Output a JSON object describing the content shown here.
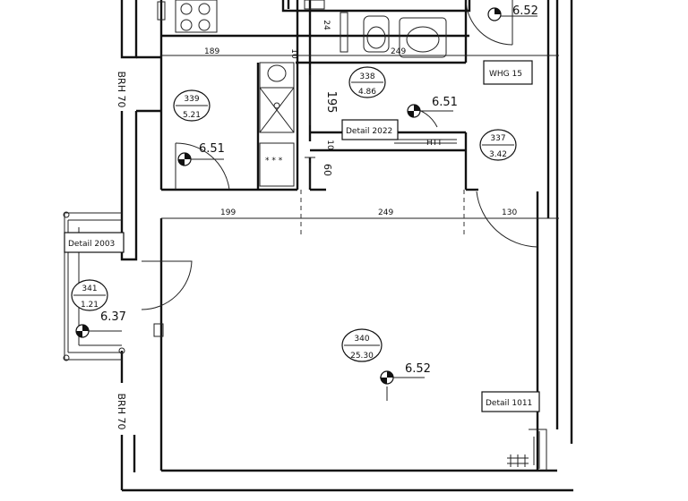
{
  "rooms": {
    "r339": {
      "num": "339",
      "area": "5.21"
    },
    "r338": {
      "num": "338",
      "area": "4.86"
    },
    "r337": {
      "num": "337",
      "area": "3.42"
    },
    "r341": {
      "num": "341",
      "area": "1.21"
    },
    "r340": {
      "num": "340",
      "area": "25.30"
    }
  },
  "levels": {
    "top": "6.52",
    "kitchen": "6.51",
    "bath": "6.51",
    "balcony": "6.37",
    "living": "6.52"
  },
  "details": {
    "d2022": "Detail 2022",
    "d2003": "Detail 2003",
    "d1011": "Detail 1011"
  },
  "unit_label": "WHG 15",
  "htt_label": "HTT",
  "brh_labels": [
    "BRH 70",
    "BRH 70"
  ],
  "dimensions": {
    "top_left": "189",
    "top_mid": "249",
    "mid_left": "199",
    "mid_mid": "249",
    "mid_right": "130",
    "v195": "195",
    "v60": "60",
    "v24": "24",
    "v10a": "10",
    "v10b": "10"
  }
}
